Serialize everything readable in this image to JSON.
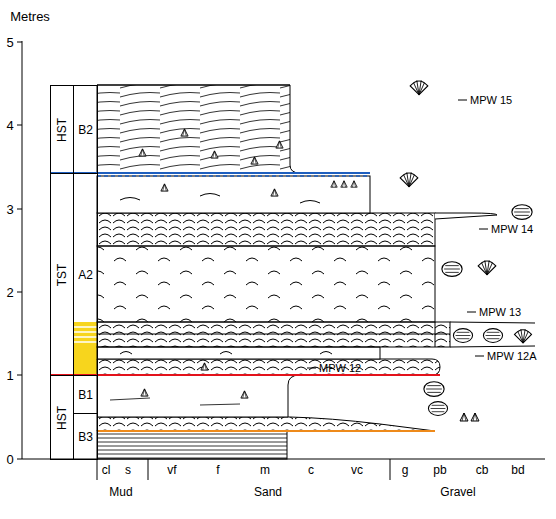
{
  "diagram": {
    "nodes": [
      {
        "text": [
          "HST"
        ]
      },
      {
        "text": [
          "B2"
        ]
      },
      {
        "text": [
          "TST"
        ]
      },
      {
        "text": [
          "A2"
        ]
      },
      {
        "text": [
          "B1"
        ]
      },
      {
        "text": [
          "HST"
        ]
      },
      {
        "text": [
          "B3"
        ]
      }
    ],
    "labels": [
      "Metres",
      "5",
      "4",
      "3",
      "2",
      "1",
      "0",
      "MPW 15",
      "MPW 14",
      "MPW 13",
      "MPW 12A",
      "MPW 12",
      "cl",
      "s",
      "vf",
      "f",
      "m",
      "c",
      "vc",
      "g",
      "pb",
      "cb",
      "bd",
      "Mud",
      "Sand",
      "Gravel"
    ]
  }
}
